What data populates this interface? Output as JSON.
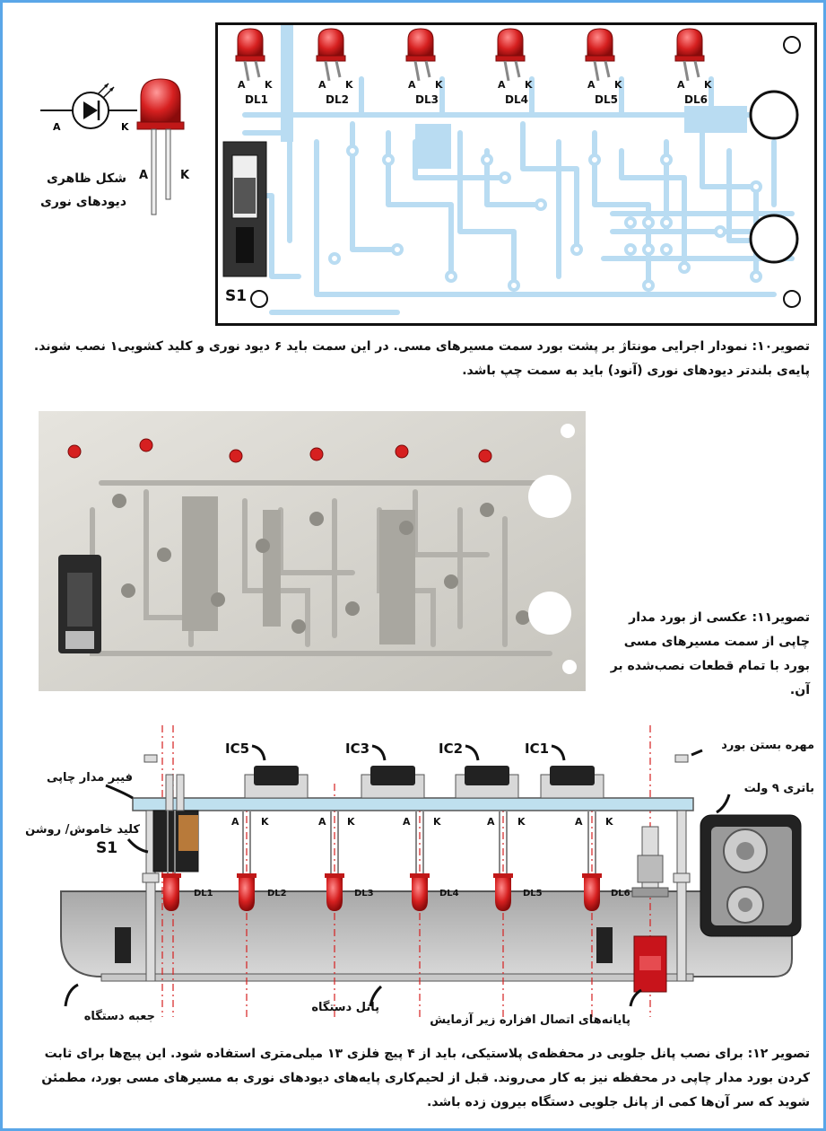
{
  "figure10": {
    "caption": "تصویر۱۰: نمودار اجرایی مونتاژ بر پشت بورد سمت مسیرهای مسی. در این سمت باید ۶ دیود نوری و کلید کشویی۱ نصب شوند. پایه‌ی بلندتر دیودهای نوری (آنود) باید به سمت چپ باشد.",
    "led_legend_title": "شکل ظاهری دیودهای نوری",
    "pin_a": "A",
    "pin_k": "K",
    "switch_label": "S1",
    "leds": [
      "DL1",
      "DL2",
      "DL3",
      "DL4",
      "DL5",
      "DL6"
    ]
  },
  "figure11": {
    "caption": "تصویر۱۱: عکسی از بورد مدار چاپی از سمت مسیرهای مسی بورد با تمام قطعات نصب‌شده بر آن."
  },
  "figure12": {
    "caption": "تصویر ۱۲: برای نصب پانل جلویی در محفظه‌ی پلاستیکی، باید از ۴ پیچ فلزی ۱۳ میلی‌متری استفاده شود. این پیچ‌ها برای ثابت کردن بورد مدار چاپی در محفظه نیز به کار می‌روند. قبل از لحیم‌کاری پایه‌های دیودهای نوری به مسیرهای مسی بورد، مطمئن شوید که سر آن‌ها کمی از پانل جلویی دستگاه بیرون زده باشد.",
    "label_board_nut": "مهره بستن بورد",
    "label_pcb_fiber": "فیبر مدار چاپی",
    "label_battery": "باتری ۹ ولت",
    "label_switch": "کلید خاموش/ روشن",
    "label_s1": "S1",
    "label_case": "جعبه دستگاه",
    "label_panel": "پانل دستگاه",
    "label_terminals": "پایانه‌های اتصال افزاره زیر آزمایش",
    "ics": [
      "IC5",
      "IC3",
      "IC2",
      "IC1"
    ],
    "leds": [
      "DL1",
      "DL2",
      "DL3",
      "DL4",
      "DL5",
      "DL6"
    ],
    "pin_a": "A",
    "pin_k": "K"
  },
  "colors": {
    "frame": "#5aa6e8",
    "copper": "#b9dcf2",
    "led_red": "#d62020",
    "pcb_fiber": "#bfe0ee"
  }
}
